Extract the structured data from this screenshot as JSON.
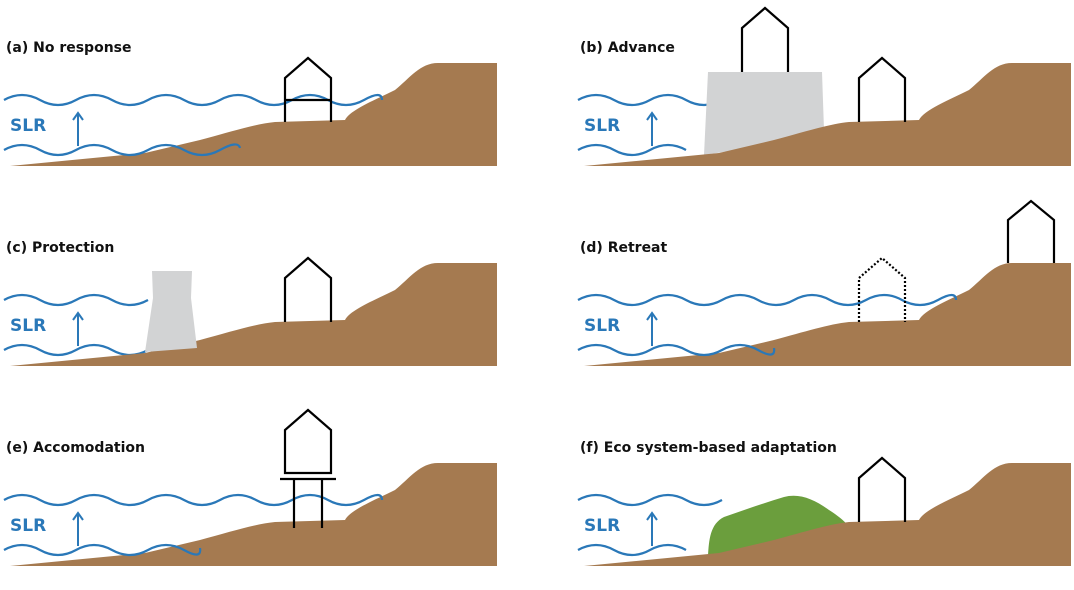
{
  "panels": [
    {
      "id": "a",
      "title": "(a) No response"
    },
    {
      "id": "b",
      "title": "(b) Advance"
    },
    {
      "id": "c",
      "title": "(c) Protection"
    },
    {
      "id": "d",
      "title": "(d) Retreat"
    },
    {
      "id": "e",
      "title": "(e) Accomodation"
    },
    {
      "id": "f",
      "title": "(f) Eco system-based adaptation"
    }
  ],
  "slr_label": "SLR",
  "colors": {
    "land": "#a57a50",
    "water": "#2a78b8",
    "wall": "#d2d3d4",
    "vegetation": "#6b9e3d",
    "house": "#000000"
  }
}
